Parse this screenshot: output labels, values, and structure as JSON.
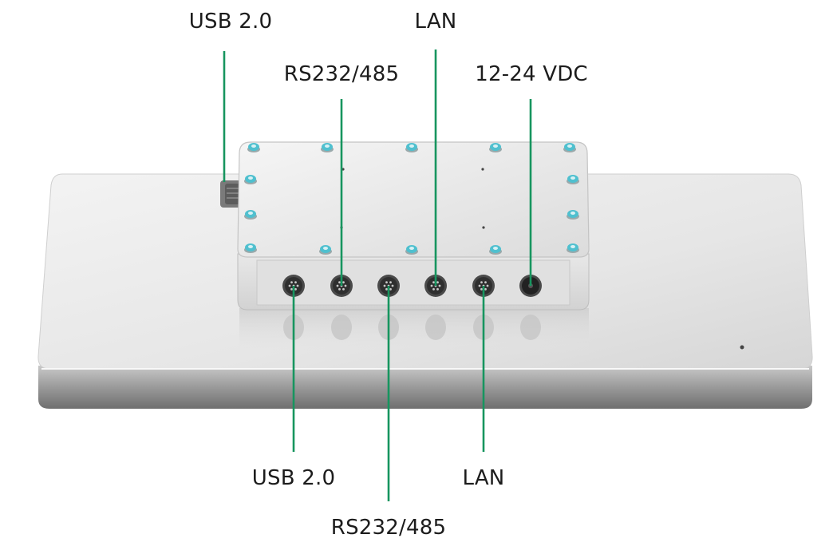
{
  "callouts": {
    "top": [
      {
        "label": "USB 2.0"
      },
      {
        "label": "RS232/485"
      },
      {
        "label": "LAN"
      },
      {
        "label": "12-24 VDC"
      }
    ],
    "bottom": [
      {
        "label": "USB 2.0"
      },
      {
        "label": "RS232/485"
      },
      {
        "label": "LAN"
      }
    ]
  },
  "colors": {
    "leader_line": "#17955f",
    "bolt_cap": "#4fc0cf",
    "panel_metal": "#e9e9e9",
    "edge_metal": "#8a8a8a"
  }
}
